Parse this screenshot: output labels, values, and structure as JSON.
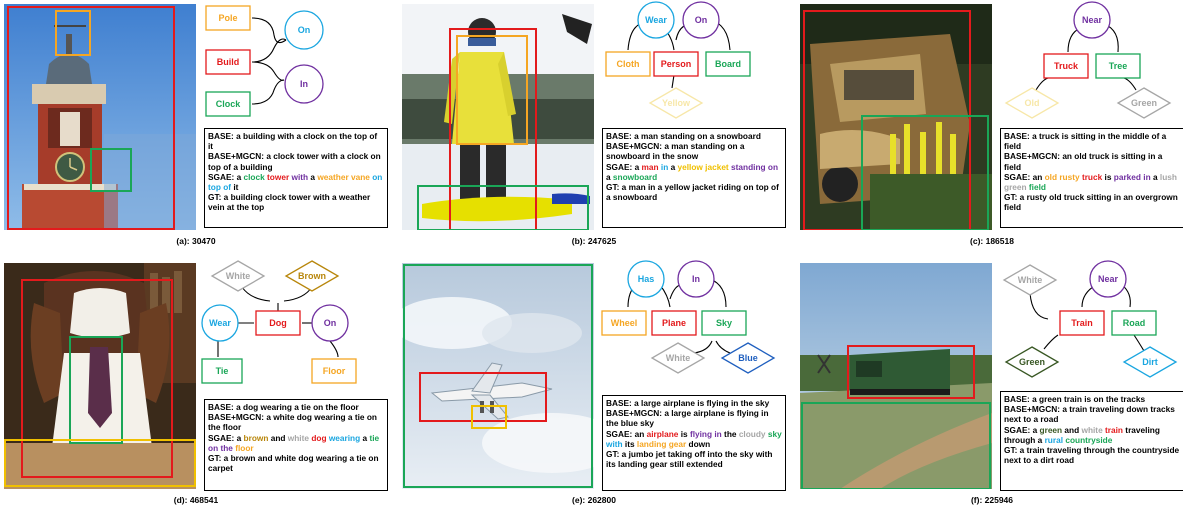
{
  "colors": {
    "red": "#e31a1c",
    "green": "#1aa657",
    "orange": "#f5a623",
    "gold": "#f0c000",
    "purple": "#7030a0",
    "blue": "#1aa6e0",
    "gray": "#a6a6a6",
    "brown": "#b8860b",
    "darkgreen": "#385723",
    "navy": "#1f5fbf",
    "lightyellow": "#f7e7a8"
  },
  "panels": [
    {
      "id": "a",
      "label": "(a): 30470",
      "graph": {
        "nodes": [
          {
            "id": "pole",
            "text": "Pole",
            "shape": "rect",
            "color": "orange"
          },
          {
            "id": "build",
            "text": "Build",
            "shape": "rect",
            "color": "red"
          },
          {
            "id": "clock",
            "text": "Clock",
            "shape": "rect",
            "color": "green"
          },
          {
            "id": "on",
            "text": "On",
            "shape": "circle",
            "color": "blue"
          },
          {
            "id": "in",
            "text": "In",
            "shape": "circle",
            "color": "purple"
          }
        ]
      },
      "captions": [
        {
          "segments": [
            {
              "t": "BASE: a building with a clock on the top of it"
            }
          ]
        },
        {
          "segments": [
            {
              "t": "BASE+MGCN: a clock tower with a clock on top of a building"
            }
          ]
        },
        {
          "segments": [
            {
              "t": "SGAE: a "
            },
            {
              "t": "clock",
              "c": "green"
            },
            {
              "t": " "
            },
            {
              "t": "tower",
              "c": "red"
            },
            {
              "t": " "
            },
            {
              "t": "with",
              "c": "purple"
            },
            {
              "t": " a "
            },
            {
              "t": "weather vane",
              "c": "orange"
            },
            {
              "t": " "
            },
            {
              "t": "on top of",
              "c": "blue"
            },
            {
              "t": " it"
            }
          ]
        },
        {
          "segments": [
            {
              "t": "GT: a building clock tower with a weather vein at the top"
            }
          ]
        }
      ]
    },
    {
      "id": "b",
      "label": "(b): 247625",
      "graph": {
        "nodes": [
          {
            "id": "wear",
            "text": "Wear",
            "shape": "circle",
            "color": "blue"
          },
          {
            "id": "on",
            "text": "On",
            "shape": "circle",
            "color": "purple"
          },
          {
            "id": "cloth",
            "text": "Cloth",
            "shape": "rect",
            "color": "orange"
          },
          {
            "id": "person",
            "text": "Person",
            "shape": "rect",
            "color": "red"
          },
          {
            "id": "board",
            "text": "Board",
            "shape": "rect",
            "color": "green"
          },
          {
            "id": "yellow",
            "text": "Yellow",
            "shape": "diamond",
            "color": "lightyellow"
          }
        ]
      },
      "captions": [
        {
          "segments": [
            {
              "t": "BASE: a man standing on a snowboard"
            }
          ]
        },
        {
          "segments": [
            {
              "t": "BASE+MGCN: a man standing on a snowboard in the snow"
            }
          ]
        },
        {
          "segments": [
            {
              "t": "SGAE: a "
            },
            {
              "t": "man",
              "c": "red"
            },
            {
              "t": " "
            },
            {
              "t": "in",
              "c": "blue"
            },
            {
              "t": " a "
            },
            {
              "t": "yellow jacket",
              "c": "gold"
            },
            {
              "t": " "
            },
            {
              "t": "standing on",
              "c": "purple"
            },
            {
              "t": " a "
            },
            {
              "t": "snowboard",
              "c": "green"
            }
          ]
        },
        {
          "segments": [
            {
              "t": "GT: a man in a yellow jacket riding on top of a snowboard"
            }
          ]
        }
      ]
    },
    {
      "id": "c",
      "label": "(c): 186518",
      "graph": {
        "nodes": [
          {
            "id": "near",
            "text": "Near",
            "shape": "circle",
            "color": "purple"
          },
          {
            "id": "truck",
            "text": "Truck",
            "shape": "rect",
            "color": "red"
          },
          {
            "id": "tree",
            "text": "Tree",
            "shape": "rect",
            "color": "green"
          },
          {
            "id": "old",
            "text": "Old",
            "shape": "diamond",
            "color": "lightyellow"
          },
          {
            "id": "green",
            "text": "Green",
            "shape": "diamond",
            "color": "gray"
          }
        ]
      },
      "captions": [
        {
          "segments": [
            {
              "t": "BASE: a truck is sitting in the middle of a field"
            }
          ]
        },
        {
          "segments": [
            {
              "t": "BASE+MGCN: an old truck is sitting in a field"
            }
          ]
        },
        {
          "segments": [
            {
              "t": "SGAE: an "
            },
            {
              "t": "old rusty",
              "c": "orange"
            },
            {
              "t": " "
            },
            {
              "t": "truck",
              "c": "red"
            },
            {
              "t": " is "
            },
            {
              "t": "parked in",
              "c": "purple"
            },
            {
              "t": " a "
            },
            {
              "t": "lush green",
              "c": "gray"
            },
            {
              "t": " "
            },
            {
              "t": "field",
              "c": "green"
            }
          ]
        },
        {
          "segments": [
            {
              "t": "GT: a rusty old truck sitting in an overgrown field"
            }
          ]
        }
      ]
    },
    {
      "id": "d",
      "label": "(d): 468541",
      "graph": {
        "nodes": [
          {
            "id": "white",
            "text": "White",
            "shape": "diamond",
            "color": "gray"
          },
          {
            "id": "brown",
            "text": "Brown",
            "shape": "diamond",
            "color": "brown"
          },
          {
            "id": "wear",
            "text": "Wear",
            "shape": "circle",
            "color": "blue"
          },
          {
            "id": "dog",
            "text": "Dog",
            "shape": "rect",
            "color": "red"
          },
          {
            "id": "on",
            "text": "On",
            "shape": "circle",
            "color": "purple"
          },
          {
            "id": "tie",
            "text": "Tie",
            "shape": "rect",
            "color": "green"
          },
          {
            "id": "floor",
            "text": "Floor",
            "shape": "rect",
            "color": "orange"
          }
        ]
      },
      "captions": [
        {
          "segments": [
            {
              "t": "BASE: a dog wearing a tie on the floor"
            }
          ]
        },
        {
          "segments": [
            {
              "t": "BASE+MGCN: a white dog wearing a tie on the floor"
            }
          ]
        },
        {
          "segments": [
            {
              "t": "SGAE: a "
            },
            {
              "t": "brown",
              "c": "brown"
            },
            {
              "t": " and "
            },
            {
              "t": "white",
              "c": "gray"
            },
            {
              "t": " "
            },
            {
              "t": "dog",
              "c": "red"
            },
            {
              "t": " "
            },
            {
              "t": "wearing",
              "c": "blue"
            },
            {
              "t": " a "
            },
            {
              "t": "tie",
              "c": "green"
            },
            {
              "t": " "
            },
            {
              "t": "on the",
              "c": "purple"
            },
            {
              "t": " "
            },
            {
              "t": "floor",
              "c": "orange"
            }
          ]
        },
        {
          "segments": [
            {
              "t": "GT: a brown and white dog wearing a tie on carpet"
            }
          ]
        }
      ]
    },
    {
      "id": "e",
      "label": "(e): 262800",
      "graph": {
        "nodes": [
          {
            "id": "has",
            "text": "Has",
            "shape": "circle",
            "color": "blue"
          },
          {
            "id": "in",
            "text": "In",
            "shape": "circle",
            "color": "purple"
          },
          {
            "id": "wheel",
            "text": "Wheel",
            "shape": "rect",
            "color": "orange"
          },
          {
            "id": "plane",
            "text": "Plane",
            "shape": "rect",
            "color": "red"
          },
          {
            "id": "sky",
            "text": "Sky",
            "shape": "rect",
            "color": "green"
          },
          {
            "id": "white",
            "text": "White",
            "shape": "diamond",
            "color": "gray"
          },
          {
            "id": "blue",
            "text": "Blue",
            "shape": "diamond",
            "color": "navy"
          }
        ]
      },
      "captions": [
        {
          "segments": [
            {
              "t": "BASE: a large airplane is flying in the sky"
            }
          ]
        },
        {
          "segments": [
            {
              "t": "BASE+MGCN: a large airplane is flying in the blue sky"
            }
          ]
        },
        {
          "segments": [
            {
              "t": "SGAE: an "
            },
            {
              "t": "airplane",
              "c": "red"
            },
            {
              "t": " is "
            },
            {
              "t": "flying in",
              "c": "purple"
            },
            {
              "t": " the "
            },
            {
              "t": "cloudy",
              "c": "gray"
            },
            {
              "t": " "
            },
            {
              "t": "sky",
              "c": "green"
            },
            {
              "t": " "
            },
            {
              "t": "with",
              "c": "blue"
            },
            {
              "t": " its "
            },
            {
              "t": "landing gear",
              "c": "orange"
            },
            {
              "t": " down"
            }
          ]
        },
        {
          "segments": [
            {
              "t": "GT: a jumbo jet taking off into the sky with its landing gear still extended"
            }
          ]
        }
      ]
    },
    {
      "id": "f",
      "label": "(f): 225946",
      "graph": {
        "nodes": [
          {
            "id": "white",
            "text": "White",
            "shape": "diamond",
            "color": "gray"
          },
          {
            "id": "near",
            "text": "Near",
            "shape": "circle",
            "color": "purple"
          },
          {
            "id": "train",
            "text": "Train",
            "shape": "rect",
            "color": "red"
          },
          {
            "id": "road",
            "text": "Road",
            "shape": "rect",
            "color": "green"
          },
          {
            "id": "green",
            "text": "Green",
            "shape": "diamond",
            "color": "darkgreen"
          },
          {
            "id": "dirt",
            "text": "Dirt",
            "shape": "diamond",
            "color": "blue"
          }
        ]
      },
      "captions": [
        {
          "segments": [
            {
              "t": "BASE: a green train is on the tracks"
            }
          ]
        },
        {
          "segments": [
            {
              "t": "BASE+MGCN: a train traveling down tracks next to a road"
            }
          ]
        },
        {
          "segments": [
            {
              "t": "SGAE: a "
            },
            {
              "t": "green",
              "c": "darkgreen"
            },
            {
              "t": " and "
            },
            {
              "t": "white",
              "c": "gray"
            },
            {
              "t": " "
            },
            {
              "t": "train",
              "c": "red"
            },
            {
              "t": " traveling through a "
            },
            {
              "t": "rural",
              "c": "blue"
            },
            {
              "t": " "
            },
            {
              "t": "countryside",
              "c": "green"
            }
          ]
        },
        {
          "segments": [
            {
              "t": "GT: a train traveling through the countryside next to a dirt road"
            }
          ]
        }
      ]
    }
  ]
}
